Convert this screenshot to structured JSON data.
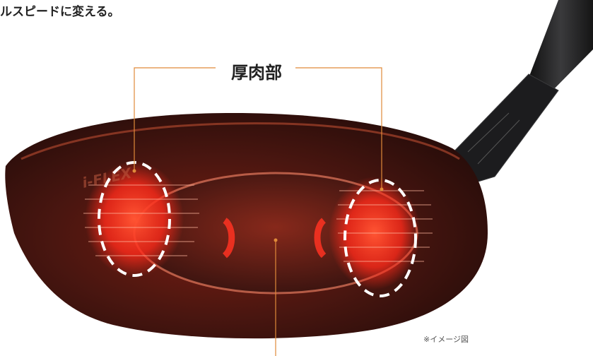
{
  "headline": "ルスピードに変える。",
  "label": "厚肉部",
  "caption": "※イメージ図",
  "brand_mark": "i-FLEX",
  "colors": {
    "accent_line": "#e08a3a",
    "glow_red": "#ff2a1a",
    "club_body": "#3a1410",
    "shaft": "#2a2a2c",
    "marker_dashes": "#ffffff"
  }
}
